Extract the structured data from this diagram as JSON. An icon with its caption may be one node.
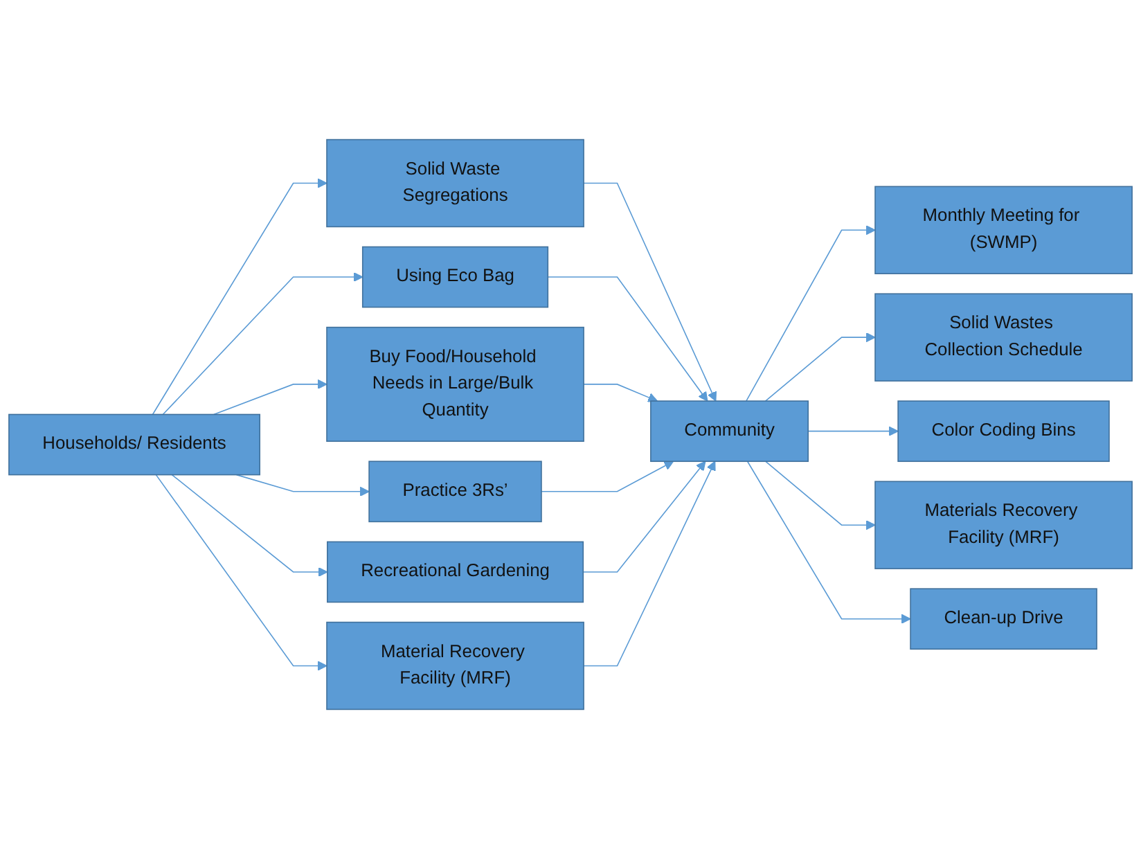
{
  "diagram": {
    "nodes": [
      {
        "text": [
          "Households/ Residents"
        ]
      },
      {
        "text": [
          "Solid Waste Segregations"
        ]
      },
      {
        "text": [
          "Using Eco Bag"
        ]
      },
      {
        "text": [
          "Buy Food/Household Needs in Large/Bulk Quantity"
        ]
      },
      {
        "text": [
          "Practice 3Rs’"
        ]
      },
      {
        "text": [
          "Recreational Gardening"
        ]
      },
      {
        "text": [
          "Material Recovery Facility (MRF)"
        ]
      },
      {
        "text": [
          "Community"
        ]
      },
      {
        "text": [
          "Monthly Meeting for (SWMP)"
        ]
      },
      {
        "text": [
          "Solid Wastes Collection Schedule"
        ]
      },
      {
        "text": [
          "Color Coding Bins"
        ]
      },
      {
        "text": [
          "Materials Recovery Facility (MRF)"
        ]
      },
      {
        "text": [
          "Clean-up Drive"
        ]
      }
    ],
    "edges": [
      {
        "from": 0,
        "to": 1,
        "arrow": "to"
      },
      {
        "from": 0,
        "to": 2,
        "arrow": "to"
      },
      {
        "from": 0,
        "to": 3,
        "arrow": "to"
      },
      {
        "from": 0,
        "to": 4,
        "arrow": "to"
      },
      {
        "from": 0,
        "to": 5,
        "arrow": "to"
      },
      {
        "from": 0,
        "to": 6,
        "arrow": "to"
      },
      {
        "from": 1,
        "to": 7,
        "arrow": "to"
      },
      {
        "from": 2,
        "to": 7,
        "arrow": "to"
      },
      {
        "from": 3,
        "to": 7,
        "arrow": "to"
      },
      {
        "from": 4,
        "to": 7,
        "arrow": "to"
      },
      {
        "from": 5,
        "to": 7,
        "arrow": "to"
      },
      {
        "from": 6,
        "to": 7,
        "arrow": "to"
      },
      {
        "from": 7,
        "to": 8,
        "arrow": "to"
      },
      {
        "from": 7,
        "to": 9,
        "arrow": "to"
      },
      {
        "from": 7,
        "to": 10,
        "arrow": "to"
      },
      {
        "from": 7,
        "to": 11,
        "arrow": "to"
      },
      {
        "from": 7,
        "to": 12,
        "arrow": "to"
      }
    ]
  }
}
